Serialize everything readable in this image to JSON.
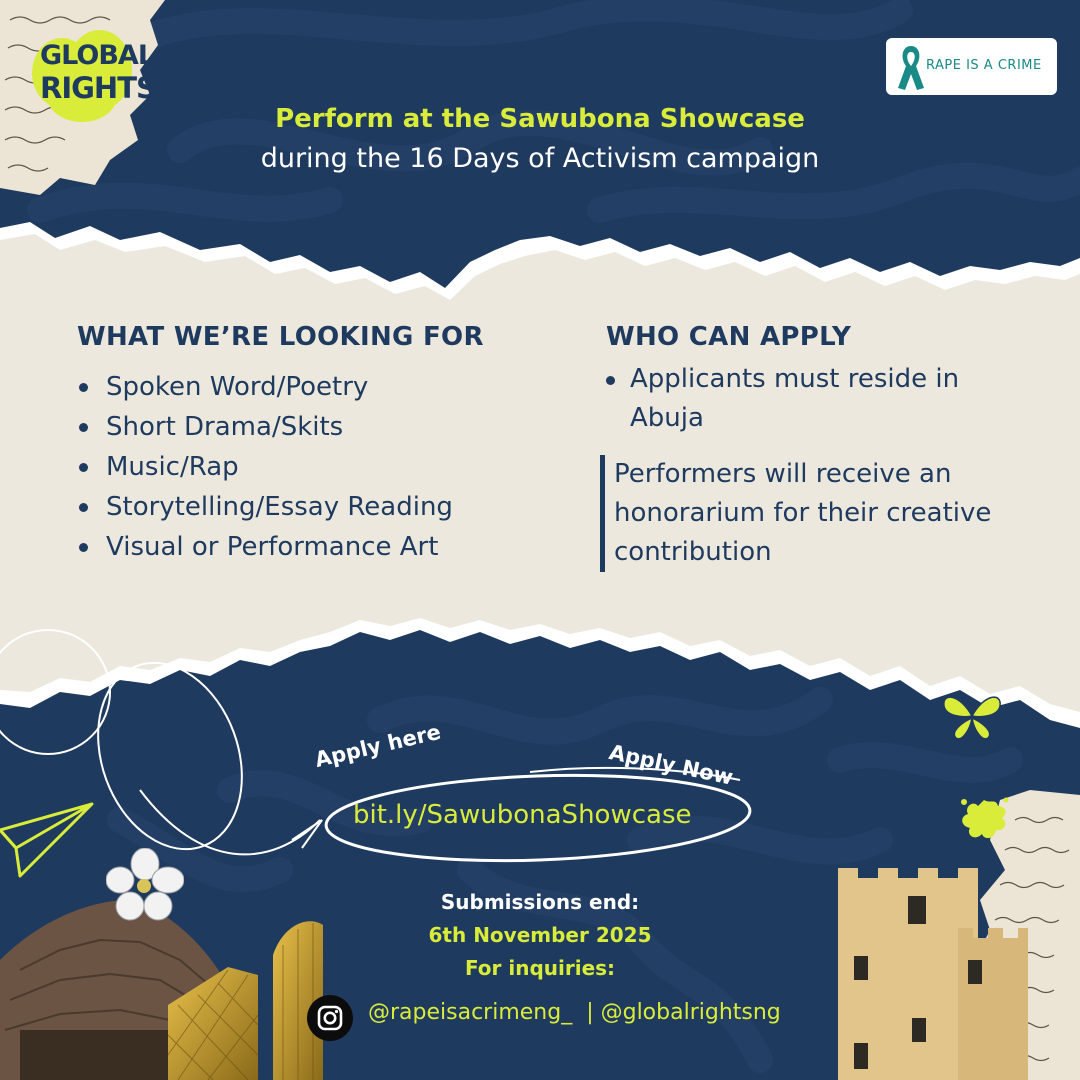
{
  "logos": {
    "global_rights": {
      "line1": "GLOBAL",
      "line2": "RIGHTS"
    },
    "rape_is_a_crime": {
      "text": "RAPE IS A CRIME"
    }
  },
  "header": {
    "title": "Perform at the Sawubona Showcase",
    "subtitle": "during the 16 Days of Activism campaign"
  },
  "looking_for": {
    "heading": "WHAT WE’RE LOOKING FOR",
    "items": [
      "Spoken Word/Poetry",
      "Short Drama/Skits",
      "Music/Rap",
      "Storytelling/Essay Reading",
      "Visual or Performance Art"
    ]
  },
  "who_can_apply": {
    "heading": "WHO CAN APPLY",
    "item": "Applicants must reside in Abuja",
    "note": "Performers will receive an honorarium for their creative contribution"
  },
  "apply": {
    "apply_here": "Apply here",
    "apply_now": "Apply Now",
    "link": "bit.ly/SawubonaShowcase"
  },
  "deadline": {
    "label": "Submissions end:",
    "date": "6th November 2025",
    "inquiries": "For inquiries:"
  },
  "social": {
    "icon": "instagram-icon",
    "handles": "@rapeisacrimeng_  | @globalrightsng"
  },
  "colors": {
    "navy": "#1f3a5f",
    "lime": "#d9ec3a",
    "paper": "#ece8dd",
    "teal": "#1a8a86"
  }
}
